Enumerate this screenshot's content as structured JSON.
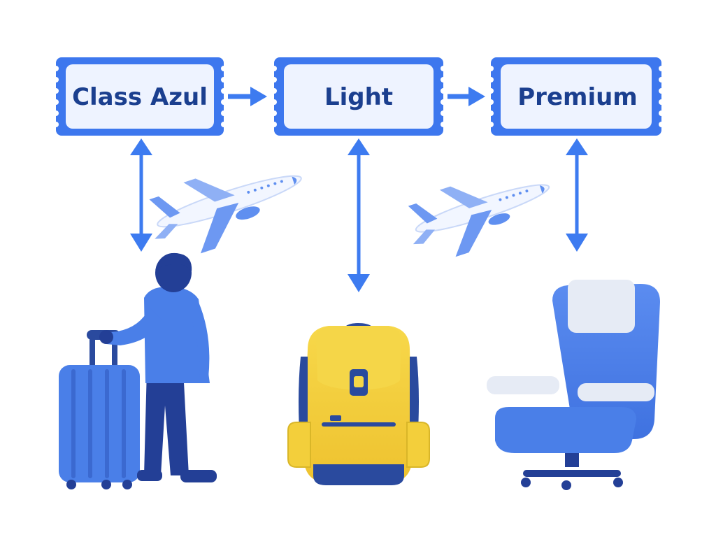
{
  "tiers": [
    {
      "label": "Class Azul"
    },
    {
      "label": "Light"
    },
    {
      "label": "Premium"
    }
  ],
  "colors": {
    "ticket_border": "#3d77ee",
    "ticket_fill": "#eef3ff",
    "ticket_text": "#1b3f8f",
    "arrow": "#3d7bf0",
    "person": "#4a7fe8",
    "person_dark": "#233f96",
    "suitcase": "#4a7fe8",
    "backpack": "#f3cf3b",
    "backpack_trim": "#2a4a9e",
    "seat": "#4a7fe8",
    "seat_headrest": "#e6ebf5",
    "plane": "#f2f6ff",
    "plane_accent": "#5f8ff0"
  },
  "icons": [
    "traveler-with-suitcase-icon",
    "backpack-icon",
    "airline-seat-icon",
    "airplane-icon"
  ]
}
